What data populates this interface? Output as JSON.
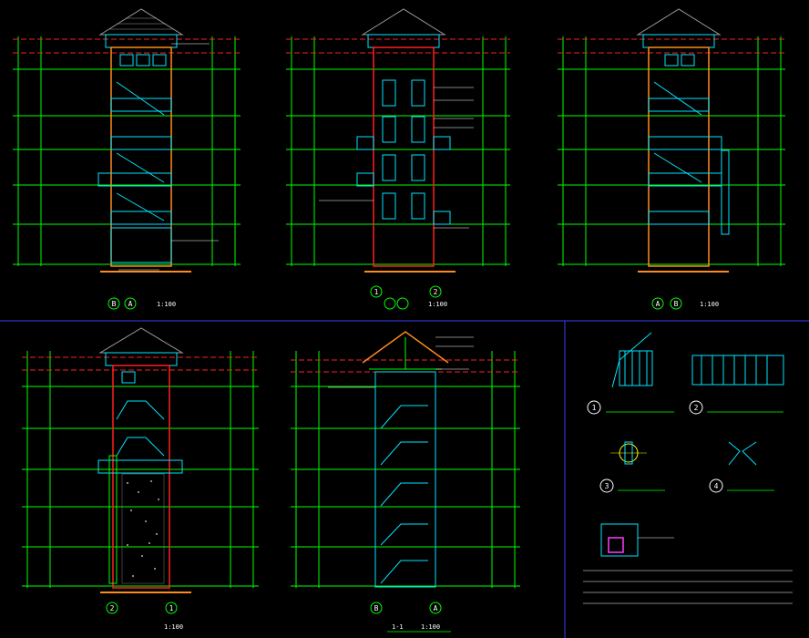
{
  "drawing": {
    "background": "#000000",
    "colors": {
      "green": "#00ff00",
      "cyan": "#00e5ff",
      "red": "#ff2020",
      "yellow": "#ffff00",
      "white": "#ffffff",
      "orange": "#ff8c1a",
      "magenta": "#ff3cff",
      "blue": "#3b3bff",
      "gray": "#9a9a9a"
    },
    "views": {
      "elev_a": {
        "axis_left": "B",
        "axis_right": "A",
        "scale": "1:100"
      },
      "elev_b": {
        "axis_left": "1",
        "axis_right": "2",
        "scale": "1:100"
      },
      "elev_c": {
        "axis_left": "A",
        "axis_right": "B",
        "scale": "1:100"
      },
      "elev_d": {
        "axis_left": "2",
        "axis_right": "1",
        "scale": "1:100"
      },
      "section": {
        "axis_left": "B",
        "axis_right": "A",
        "title": "1-1",
        "scale": "1:100"
      }
    },
    "details": {
      "d1": {
        "num": "1"
      },
      "d2": {
        "num": "2"
      },
      "d3": {
        "num": "3"
      },
      "d4": {
        "num": "4"
      }
    }
  }
}
